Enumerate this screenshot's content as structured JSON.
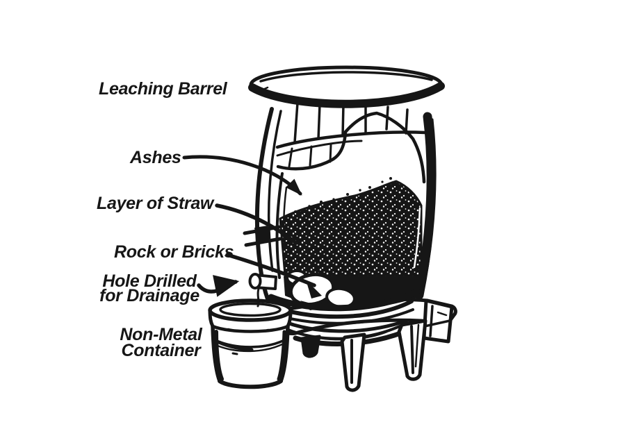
{
  "diagram": {
    "title": "Leaching Barrel diagram",
    "ink_color": "#161616",
    "background_color": "#ffffff"
  },
  "labels": {
    "leaching_barrel": "Leaching Barrel",
    "ashes": "Ashes",
    "layer_of_straw": "Layer of Straw",
    "rock_or_bricks": "Rock or Bricks",
    "hole_drilled_line1": "Hole Drilled",
    "hole_drilled_line2": "for Drainage",
    "non_metal_line1": "Non-Metal",
    "non_metal_line2": "Container"
  }
}
